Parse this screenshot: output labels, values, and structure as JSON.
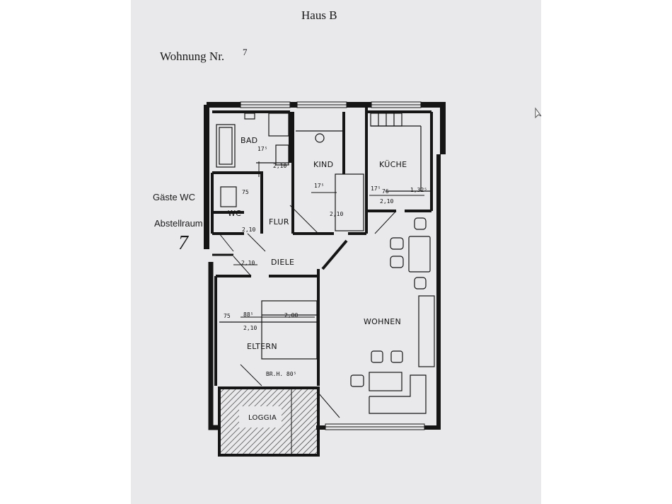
{
  "header": {
    "building": "Haus B",
    "unit_label": "Wohnung Nr.",
    "unit_number": "7"
  },
  "side_labels": {
    "guest_wc": "Gäste WC",
    "storage": "Abstellraum",
    "storage_number": "7"
  },
  "rooms": {
    "bath": "BAD",
    "child": "KIND",
    "kitchen": "KÜCHE",
    "wc": "WC",
    "hall": "FLUR",
    "lobby": "DIELE",
    "living": "WOHNEN",
    "parents": "ELTERN",
    "loggia": "LOGGIA"
  },
  "dimensions": {
    "bath_h": "17⁵",
    "bath_d": "2,10",
    "wc_w": "75",
    "wc_d": "2,10",
    "kind_a": "17⁵",
    "kind_b": "2,10",
    "kitchen_a": "17⁵",
    "kitchen_w": "76",
    "kitchen_d": "2,10",
    "kitchen_c": "1,32⁵",
    "lobby_a": "2,10",
    "parents_w": "75",
    "parents_b": "88⁵",
    "parents_c": "2,00",
    "parents_d": "2,10",
    "sill": "BR.H. 80⁵"
  },
  "colors": {
    "wall": "#151515",
    "paper": "#e9e9ec"
  }
}
